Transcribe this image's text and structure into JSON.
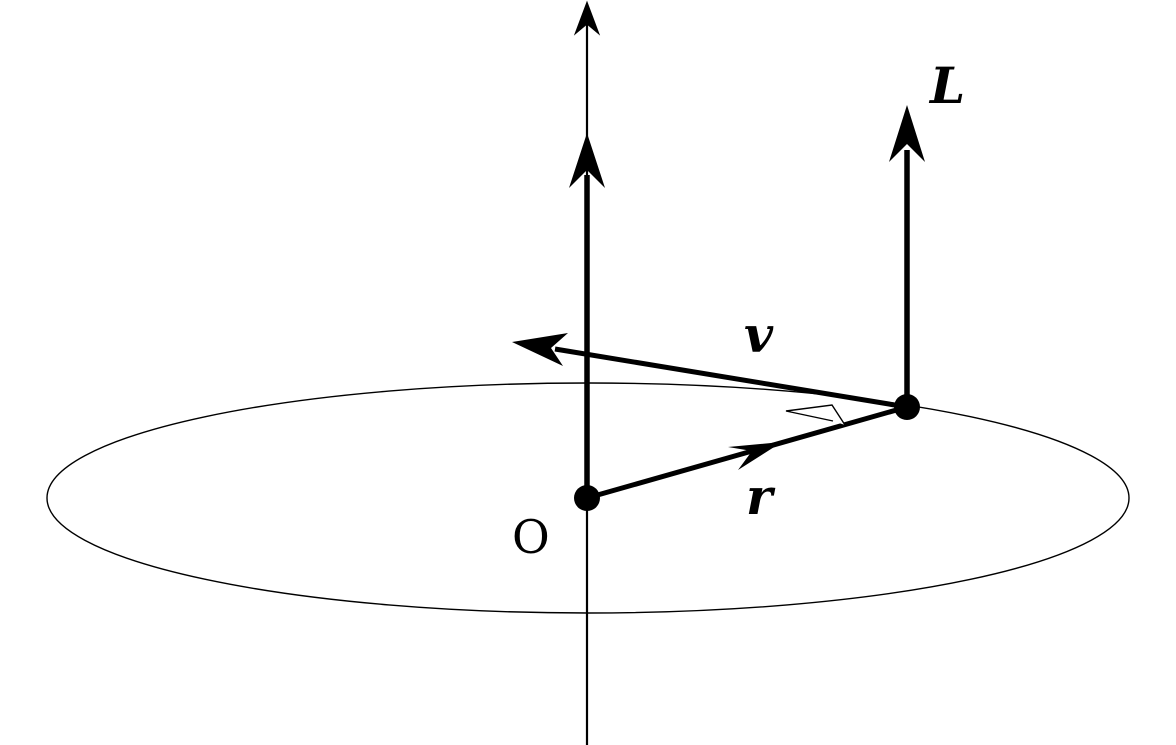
{
  "diagram": {
    "labels": {
      "angular_momentum": "L",
      "velocity": "v",
      "position": "r",
      "origin": "O"
    },
    "colors": {
      "stroke": "#000000",
      "background": "#ffffff"
    }
  }
}
